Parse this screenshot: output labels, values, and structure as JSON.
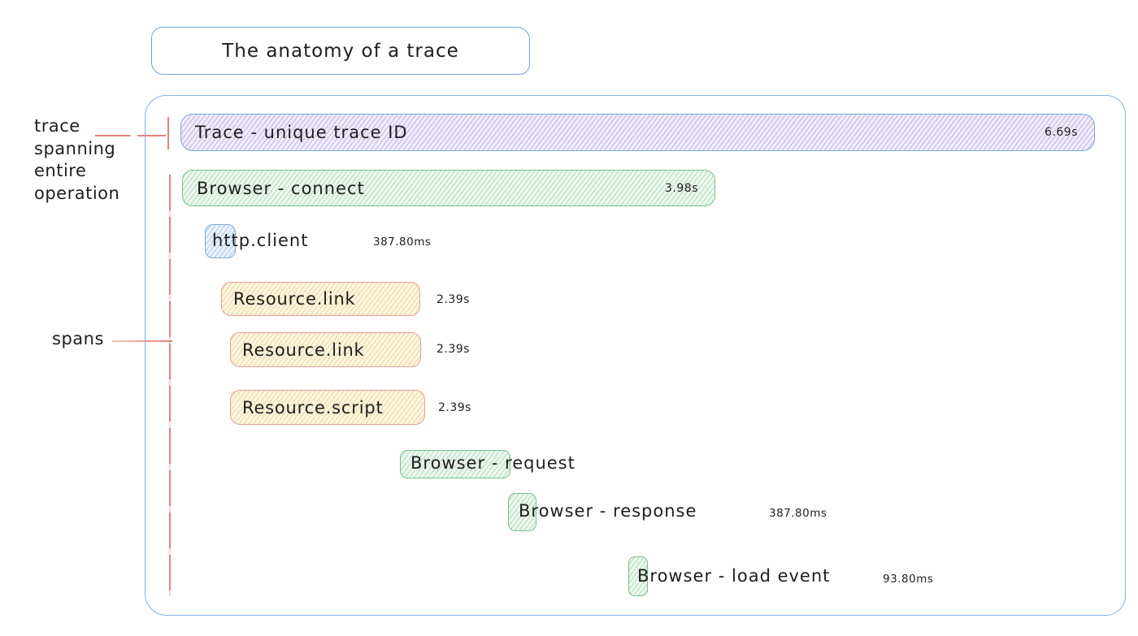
{
  "title": "The anatomy of a trace",
  "annotations": {
    "trace_pointer": {
      "lines": [
        "trace",
        "spanning",
        "entire",
        "operation"
      ]
    },
    "spans_pointer": {
      "label": "spans"
    }
  },
  "spans": [
    {
      "name": "trace",
      "label": "Trace - unique trace ID",
      "duration": "6.69s"
    },
    {
      "name": "browser-connect",
      "label": "Browser - connect",
      "duration": "3.98s"
    },
    {
      "name": "http-client",
      "label": "http.client",
      "duration": "387.80ms"
    },
    {
      "name": "resource-link-1",
      "label": "Resource.link",
      "duration": "2.39s"
    },
    {
      "name": "resource-link-2",
      "label": "Resource.link",
      "duration": "2.39s"
    },
    {
      "name": "resource-script",
      "label": "Resource.script",
      "duration": "2.39s"
    },
    {
      "name": "browser-request",
      "label": "Browser - request",
      "duration": ""
    },
    {
      "name": "browser-response",
      "label": "Browser - response",
      "duration": "387.80ms"
    },
    {
      "name": "browser-load-event",
      "label": "Browser - load event",
      "duration": "93.80ms"
    }
  ],
  "colors": {
    "canvas_bg": "#ffffff",
    "outline_blue": "#6fa3dc",
    "blue_box_border": "#7aa9dd",
    "blue_fill_base": "#eaf2fb",
    "blue_hatch": "#b9d2ee",
    "trace_fill_base": "#f1ecfa",
    "trace_hatch": "#cdc2ec",
    "green_border": "#74c289",
    "green_fill_base": "#edf7f0",
    "green_hatch": "#bfe3ca",
    "yellow_border": "#e99d98",
    "yellow_fill_base": "#fdf6e1",
    "yellow_hatch": "#f2ddab",
    "pointer_red": "#e4837d",
    "text": "#1e1e1e"
  }
}
